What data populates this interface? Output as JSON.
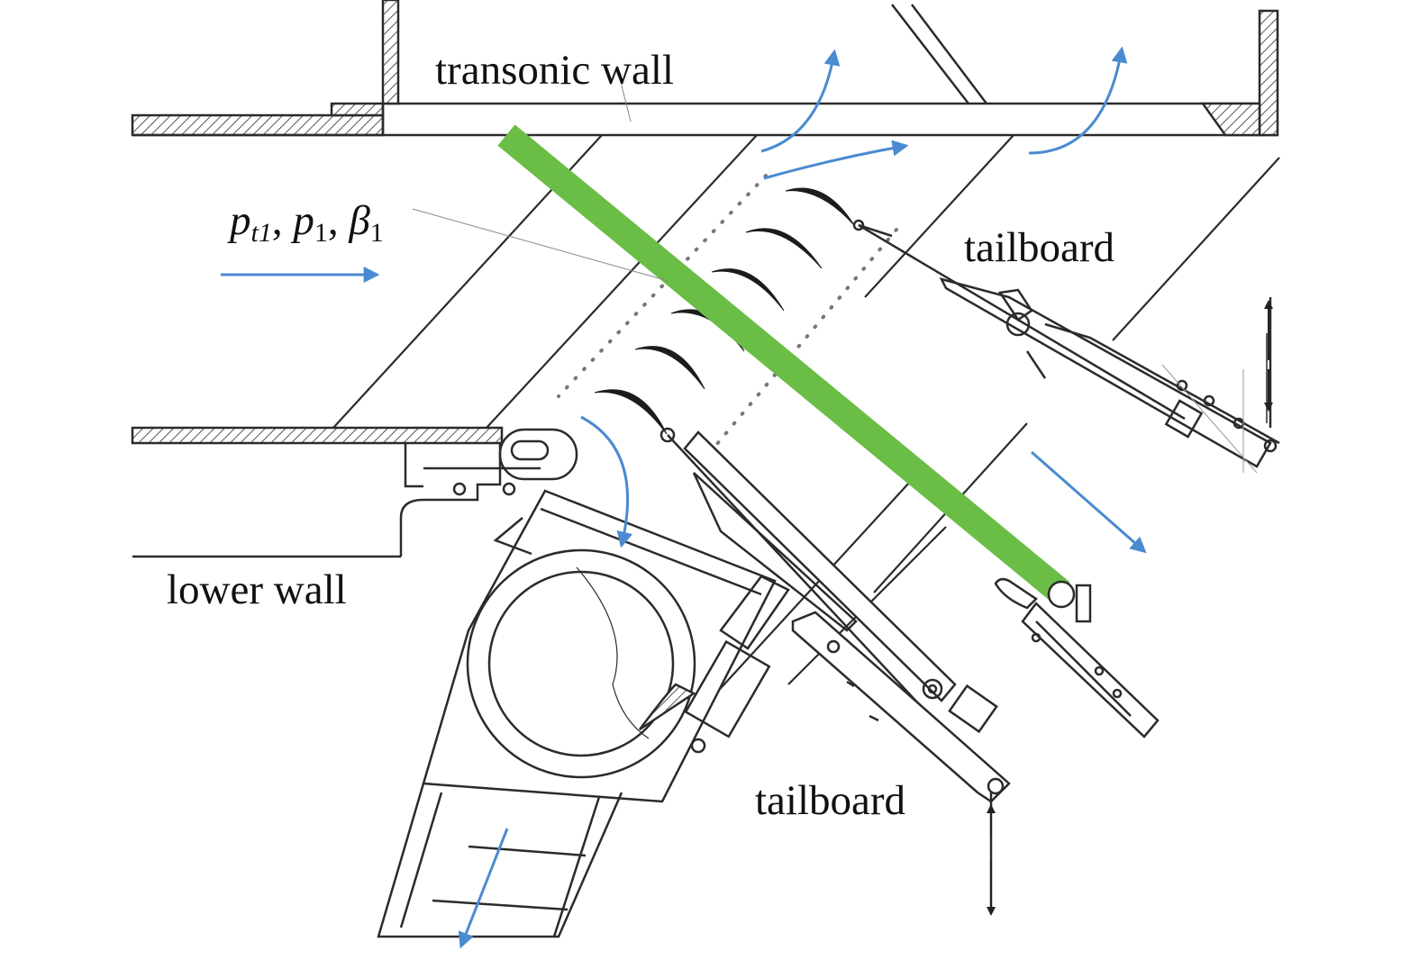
{
  "labels": {
    "transonic_wall": "transonic wall",
    "tailboard_upper": "tailboard",
    "tailboard_lower": "tailboard",
    "lower_wall": "lower wall"
  },
  "inlet_params": {
    "p": "p",
    "t1": "t1",
    "one": "1",
    "beta": "β",
    "sep": ", "
  },
  "colors": {
    "flow_arrow": "#4a8ad0",
    "schlieren_beam": "#6abd45",
    "structure": "#2b2b2b",
    "hatching": "#555555"
  },
  "icons": [
    "flow-arrow-icon",
    "bleed-arrow-icon",
    "actuation-arrow-icon"
  ]
}
